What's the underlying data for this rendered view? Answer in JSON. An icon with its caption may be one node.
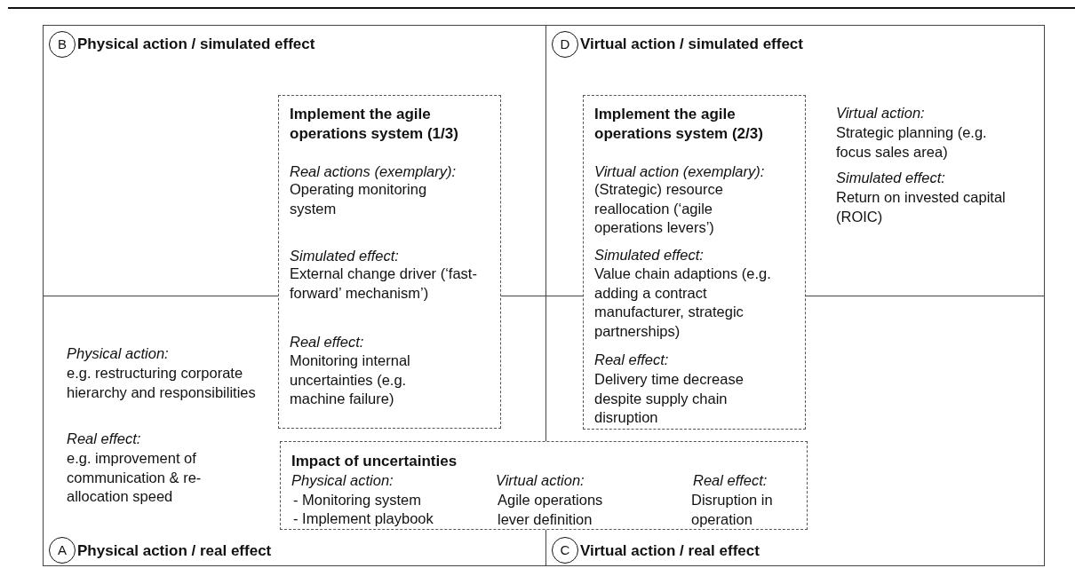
{
  "diagram": {
    "nodes": [
      {
        "text": [
          "Physical action / simulated effect"
        ]
      },
      {
        "text": [
          "B"
        ],
        "in": 0
      },
      {
        "text": [
          "Virtual action / simulated effect",
          "Virtual action:",
          "Strategic planning (e.g. focus sales area)",
          "Simulated effect:",
          "Return on invested capital (ROIC)"
        ]
      },
      {
        "text": [
          "D"
        ],
        "in": 2
      },
      {
        "text": [
          "Implement the agile operations system (1/3)",
          "Real actions (exemplary):",
          "Operating monitoring system",
          "Simulated effect:",
          "External change driver (‘fast-forward’ mechanism’)",
          "Real effect:",
          "Monitoring internal uncertainties (e.g. machine failure)"
        ]
      },
      {
        "text": [
          "Implement the agile operations system (2/3)",
          "Virtual action (exemplary):",
          "(Strategic) resource reallocation (‘agile operations levers’)",
          "Simulated effect:",
          "Value chain adaptions (e.g. adding a contract manufacturer, strategic partnerships)",
          "Real effect:",
          "Delivery time decrease despite supply chain disruption"
        ]
      },
      {
        "text": [
          "Physical action / real effect",
          "Physical action:",
          "e.g. restructuring corporate hierarchy and responsibilities",
          "Real effect:",
          "e.g. improvement of communication & re-allocation speed"
        ]
      },
      {
        "text": [
          "A"
        ],
        "in": 6
      },
      {
        "text": [
          "Virtual action / real effect"
        ]
      },
      {
        "text": [
          "C"
        ],
        "in": 8
      },
      {
        "text": [
          "Impact of uncertainties",
          "Physical action:",
          "- Monitoring system",
          "- Implement playbook",
          "Virtual action:",
          "Agile operations lever definition",
          "Real effect:",
          "Disruption in operation"
        ]
      }
    ],
    "edges": []
  }
}
